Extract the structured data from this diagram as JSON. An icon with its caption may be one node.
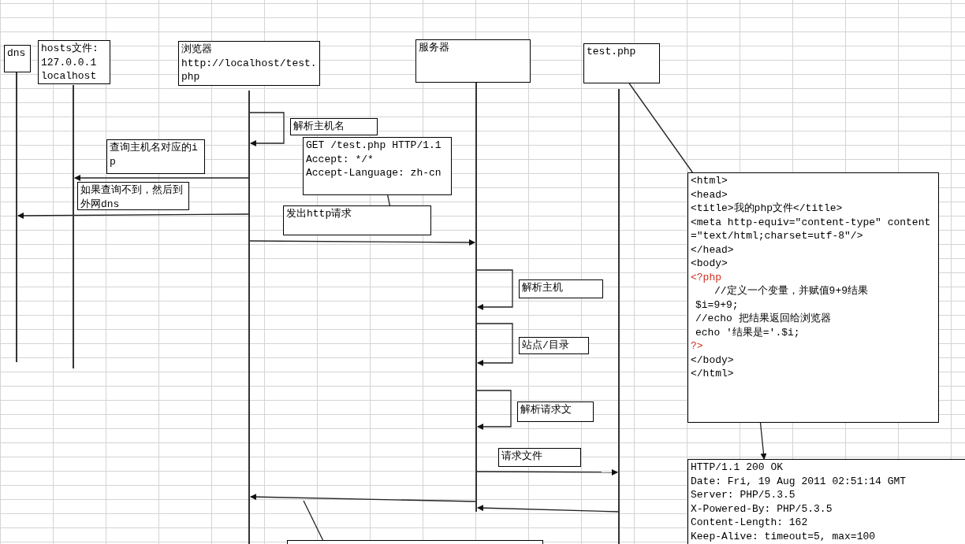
{
  "diagram": {
    "nodes": [
      {
        "text": [
          "dns"
        ]
      },
      {
        "text": [
          "hosts文件: 127.0.0.1 localhost"
        ]
      },
      {
        "text": [
          "浏览器",
          "http://localhost/test.php"
        ]
      },
      {
        "text": [
          "服务器"
        ]
      },
      {
        "text": [
          "test.php"
        ]
      },
      {
        "text": [],
        "shape": "line"
      },
      {
        "text": [],
        "shape": "line"
      },
      {
        "text": [],
        "shape": "line"
      },
      {
        "text": [],
        "shape": "line"
      },
      {
        "text": [],
        "shape": "line"
      },
      {
        "text": [
          "解析主机名"
        ]
      },
      {
        "text": [
          "查询主机名对应的ip"
        ]
      },
      {
        "text": [
          "GET /test.php HTTP/1.1",
          "Accept: */*",
          "Accept-Language: zh-cn"
        ]
      },
      {
        "text": [
          "如果查询不到，然后到外网dns"
        ]
      },
      {
        "text": [
          "发出http请求"
        ]
      },
      {
        "text": [
          "解析主机"
        ]
      },
      {
        "text": [
          "站点/目录"
        ]
      },
      {
        "text": [
          "解析请求文"
        ]
      },
      {
        "text": [
          "请求文件"
        ]
      },
      {
        "text": [
          "<html>",
          "<head>",
          "<title>我的php文件</title>",
          "<meta http-equiv=\"content-type\" content=\"text/html;charset=utf-8\"/>",
          "</head>",
          "<body>",
          "<?php",
          "//定义一个变量，并赋值9+9结果",
          "$i=9+9;",
          "//echo 把结果返回给浏览器",
          "echo '结果是='.$i;",
          "?>",
          "</body>",
          "</html>"
        ]
      },
      {
        "text": [
          "HTTP/1.1 200 OK",
          "Date: Fri, 19 Aug 2011 02:51:14 GMT",
          "Server: PHP/5.3.5",
          "X-Powered-By: PHP/5.3.5",
          "Content-Length: 162",
          "Keep-Alive: timeout=5, max=100"
        ]
      },
      {
        "text": [],
        "shape": "box"
      }
    ],
    "edges": [
      {
        "from": 7,
        "to": 7,
        "arrow": "to"
      },
      {
        "from": 7,
        "to": 6,
        "arrow": "to"
      },
      {
        "from": 7,
        "to": 5,
        "arrow": "to"
      },
      {
        "from": 7,
        "to": 8,
        "arrow": "to"
      },
      {
        "from": 8,
        "to": 8,
        "arrow": "to"
      },
      {
        "from": 8,
        "to": 8,
        "arrow": "to"
      },
      {
        "from": 8,
        "to": 8,
        "arrow": "to"
      },
      {
        "from": 8,
        "to": 9,
        "arrow": "to"
      },
      {
        "from": 9,
        "to": 8,
        "arrow": "to"
      },
      {
        "from": 8,
        "to": 7,
        "arrow": "to"
      },
      {
        "from": 12,
        "to": 14,
        "arrow": "none"
      },
      {
        "from": 4,
        "to": 19,
        "arrow": "none"
      },
      {
        "from": 19,
        "to": 20,
        "arrow": "to"
      },
      {
        "from": null,
        "to": 21,
        "arrow": "none"
      }
    ]
  }
}
